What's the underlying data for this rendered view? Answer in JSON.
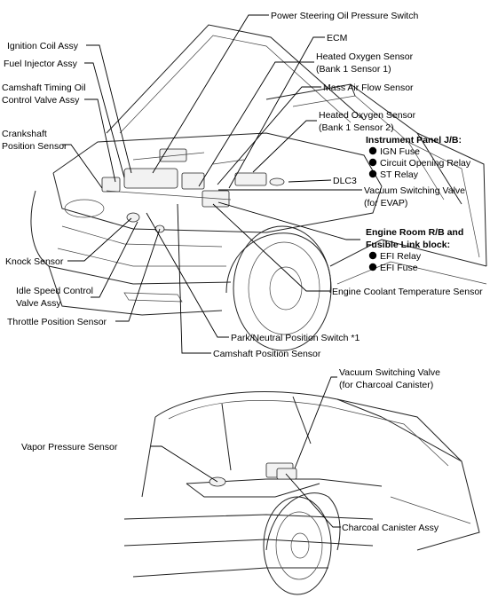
{
  "top_view": {
    "power_steering_oil_pressure_switch": "Power Steering Oil Pressure Switch",
    "ecm": "ECM",
    "heated_oxygen_sensor_b1s1_line1": "Heated Oxygen Sensor",
    "heated_oxygen_sensor_b1s1_line2": "(Bank 1 Sensor 1)",
    "mass_air_flow_sensor": "Mass Air Flow Sensor",
    "heated_oxygen_sensor_b1s2_line1": "Heated Oxygen Sensor",
    "heated_oxygen_sensor_b1s2_line2": "(Bank 1 Sensor 2)",
    "instrument_panel_jb": {
      "title": "Instrument Panel J/B:",
      "items": [
        "IGN Fuse",
        "Circuit Opening Relay",
        "ST Relay"
      ]
    },
    "dlc3": "DLC3",
    "vsv_evap_line1": "Vacuum Switching Valve",
    "vsv_evap_line2": "(for EVAP)",
    "engine_room_rb": {
      "title_line1": "Engine Room R/B and",
      "title_line2": "Fusible Link block:",
      "items": [
        "EFI Relay",
        "EFI Fuse"
      ]
    },
    "engine_coolant_temperature_sensor": "Engine Coolant Temperature Sensor",
    "ignition_coil_assy": "Ignition Coil Assy",
    "fuel_injector_assy": "Fuel Injector Assy",
    "camshaft_timing_oil_control_valve_line1": "Camshaft Timing Oil",
    "camshaft_timing_oil_control_valve_line2": "Control Valve Assy",
    "crankshaft_position_sensor_line1": "Crankshaft",
    "crankshaft_position_sensor_line2": "Position Sensor",
    "knock_sensor": "Knock Sensor",
    "idle_speed_control_valve_line1": "Idle Speed Control",
    "idle_speed_control_valve_line2": "Valve Assy",
    "throttle_position_sensor": "Throttle Position Sensor",
    "park_neutral_position_switch": "Park/Neutral Position Switch *1",
    "camshaft_position_sensor": "Camshaft Position Sensor"
  },
  "bottom_view": {
    "vsv_charcoal_canister_line1": "Vacuum Switching Valve",
    "vsv_charcoal_canister_line2": "(for Charcoal Canister)",
    "vapor_pressure_sensor": "Vapor Pressure Sensor",
    "charcoal_canister_assy": "Charcoal Canister Assy"
  }
}
